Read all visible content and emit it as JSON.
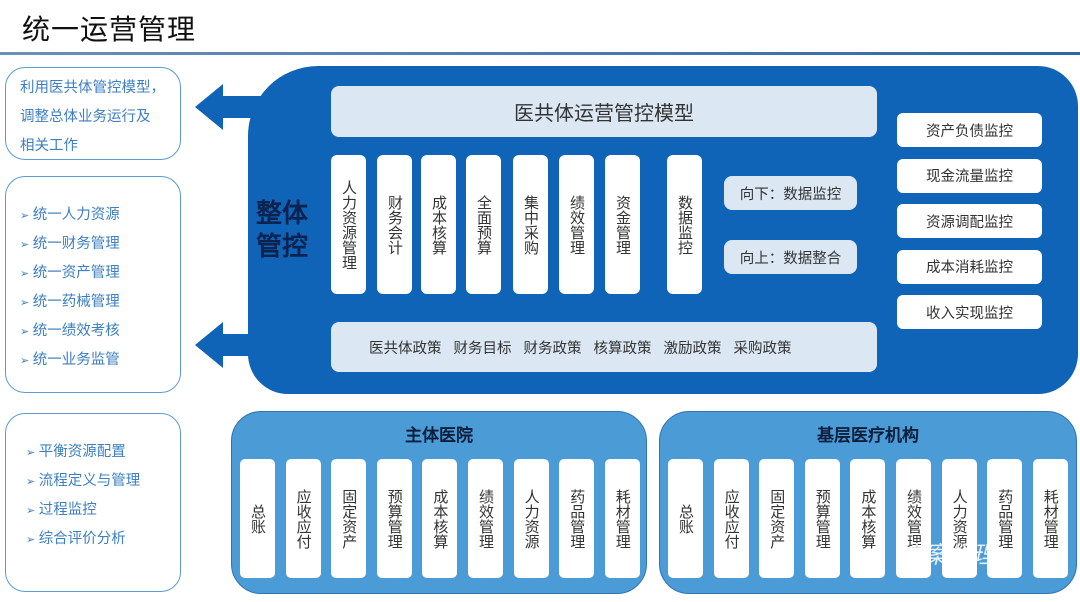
{
  "title": "统一运营管理",
  "left_boxes": {
    "intro": [
      "利用医共体管控模型，",
      "调整总体业务运行及",
      "相关工作"
    ],
    "unified": [
      "统一人力资源",
      "统一财务管理",
      "统一资产管理",
      "统一药械管理",
      "统一绩效考核",
      "统一业务监管"
    ],
    "process": [
      "平衡资源配置",
      "流程定义与管理",
      "过程监控",
      "综合评价分析"
    ]
  },
  "bullet_icon": "arrow-bullet",
  "core": {
    "label": "整体管控",
    "model_title": "医共体运营管控模型",
    "modules": [
      "人力资源管理",
      "财务会计",
      "成本核算",
      "全面预算",
      "集中采购",
      "绩效管理",
      "资金管理"
    ],
    "data_monitor": "数据监控",
    "down": "向下：数据监控",
    "up": "向上：数据整合",
    "policies": [
      "医共体政策",
      "财务目标",
      "财务政策",
      "核算政策",
      "激励政策",
      "采购政策"
    ],
    "monitors": [
      "资产负债监控",
      "现金流量监控",
      "资源调配监控",
      "成本消耗监控",
      "收入实现监控"
    ]
  },
  "hospitals": [
    {
      "name": "主体医院",
      "items": [
        "总账",
        "应收应付",
        "固定资产",
        "预算管理",
        "成本核算",
        "绩效管理",
        "人力资源",
        "药品管理",
        "耗材管理"
      ]
    },
    {
      "name": "基层医疗机构",
      "items": [
        "总账",
        "应收应付",
        "固定资产",
        "预算管理",
        "成本核算",
        "绩效管理",
        "人力资源",
        "药品管理",
        "耗材管理"
      ]
    }
  ],
  "watermark": "方案经理",
  "colors": {
    "core_blue": "#1064b8",
    "panel_blue": "#4b9bd7",
    "light": "#dbe8f3",
    "text_blue": "#3d7fc2"
  }
}
